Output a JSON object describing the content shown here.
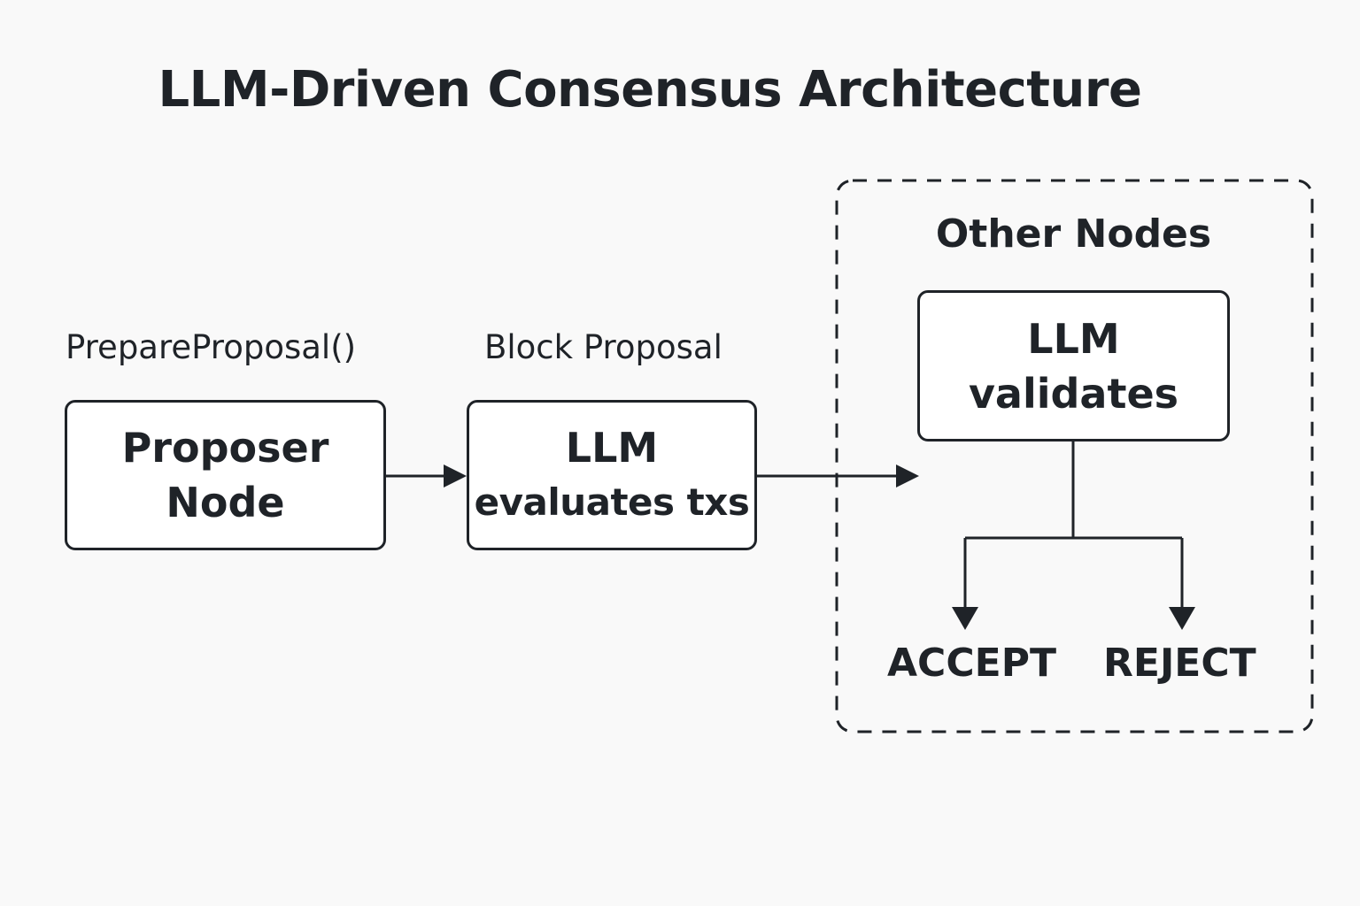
{
  "title": "LLM-Driven Consensus Architecture",
  "steps": {
    "prepare_label": "PrepareProposal()",
    "block_label": "Block Proposal"
  },
  "nodes": {
    "proposer": {
      "line1": "Proposer",
      "line2": "Node"
    },
    "evaluate": {
      "line1": "LLM",
      "line2": "evaluates txs"
    },
    "validate": {
      "line1": "LLM",
      "line2": "validates"
    }
  },
  "group": {
    "title": "Other Nodes"
  },
  "outcomes": {
    "accept": "ACCEPT",
    "reject": "REJECT"
  },
  "colors": {
    "background": "#f9f9f9",
    "ink": "#1f2328",
    "box_fill": "#ffffff"
  }
}
